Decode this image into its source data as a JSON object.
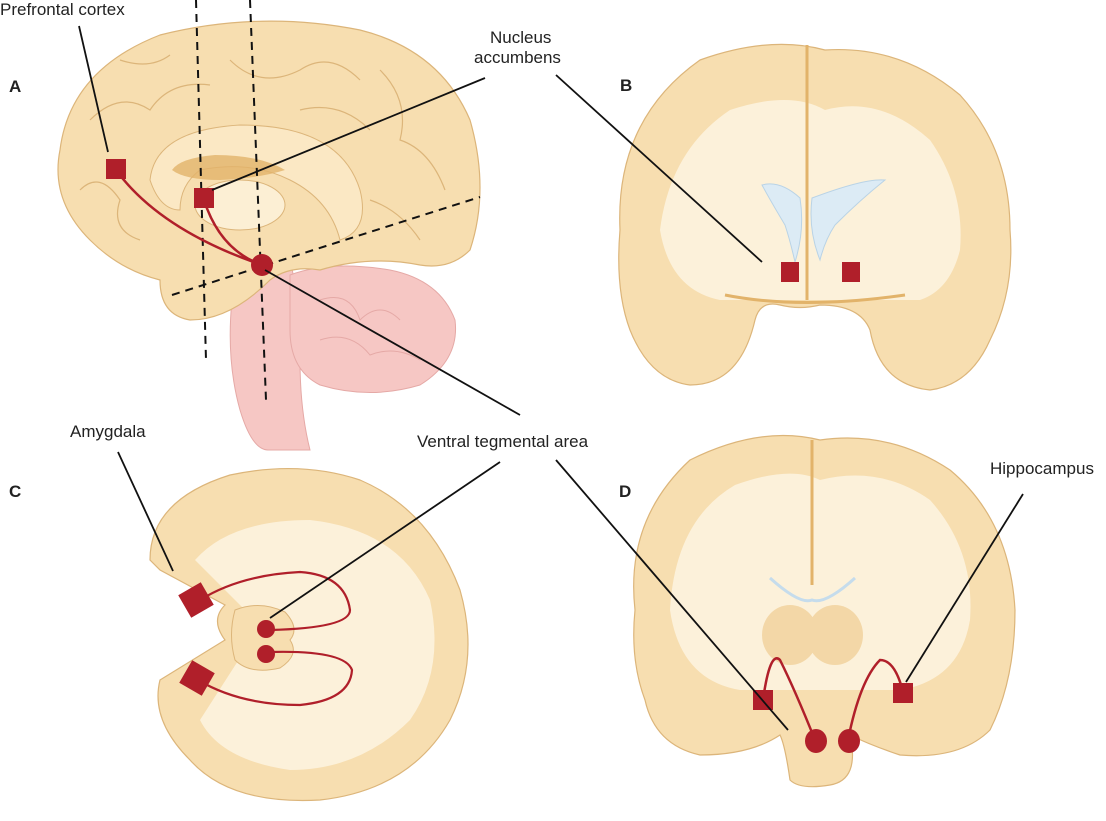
{
  "panels": {
    "a": "A",
    "b": "B",
    "c": "C",
    "d": "D"
  },
  "labels": {
    "prefrontal_cortex": "Prefrontal cortex",
    "nucleus_accumbens_line1": "Nucleus",
    "nucleus_accumbens_line2": "accumbens",
    "amygdala": "Amygdala",
    "ventral_tegmental_area": "Ventral tegmental area",
    "hippocampus": "Hippocampus"
  },
  "colors": {
    "brain": "#f7deb0",
    "brain_dark": "#e8bd7a",
    "white_matter": "#fcf1da",
    "brainstem": "#f6c7c4",
    "ventricle": "#dcebf5",
    "marker": "#b01f2a",
    "leader": "#111111"
  }
}
